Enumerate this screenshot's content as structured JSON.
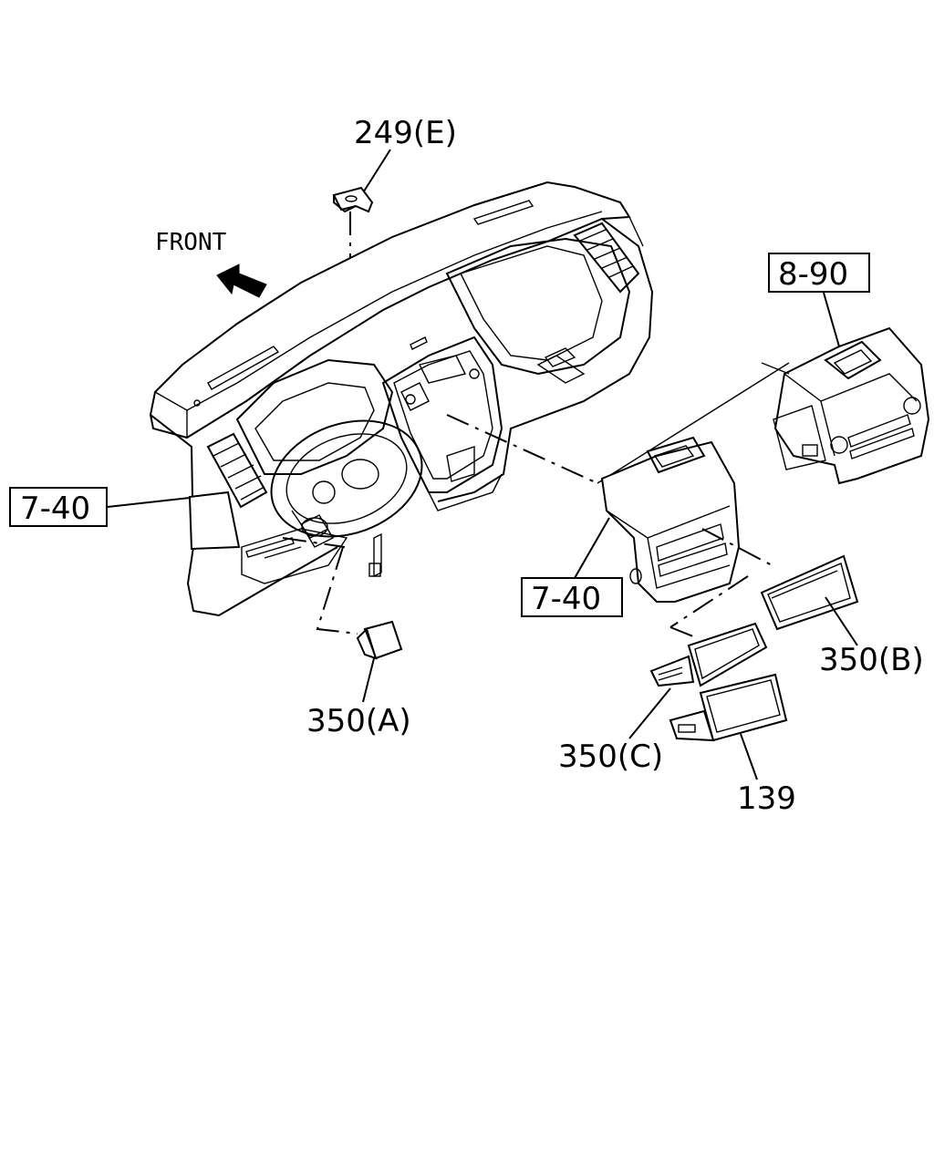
{
  "labels": {
    "clip_249e": "249(E)",
    "front": "FRONT",
    "ref_8_90": "8-90",
    "ref_7_40_left": "7-40",
    "ref_7_40_center": "7-40",
    "part_350b": "350(B)",
    "part_350a": "350(A)",
    "part_350c": "350(C)",
    "part_139": "139"
  },
  "colors": {
    "line": "#000000",
    "background": "#ffffff"
  },
  "icons": {
    "front_arrow": "arrow-up-left-icon"
  }
}
